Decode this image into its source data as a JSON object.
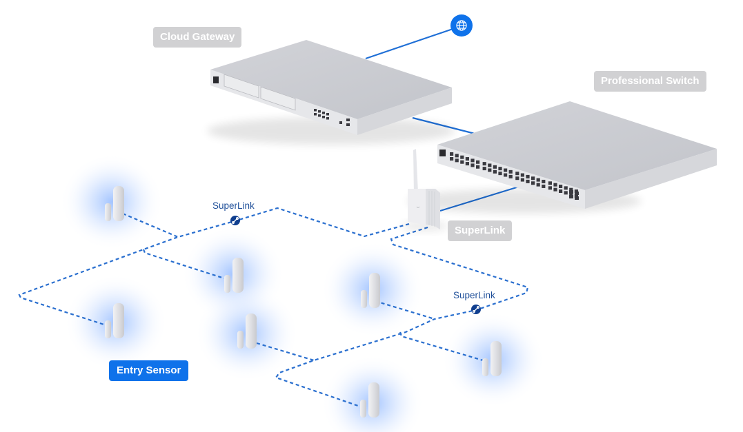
{
  "diagram": {
    "title": "SuperLink network topology",
    "labels": {
      "cloud_gateway": "Cloud Gateway",
      "professional_switch": "Professional Switch",
      "superlink_device": "SuperLink",
      "superlink_relay_1": "SuperLink",
      "superlink_relay_2": "SuperLink",
      "entry_sensor": "Entry Sensor"
    },
    "nodes": [
      {
        "id": "internet",
        "icon": "globe-icon",
        "type": "internet"
      },
      {
        "id": "cloud_gateway",
        "type": "gateway",
        "ports_rj45": 8,
        "ports_sfp": 2
      },
      {
        "id": "professional_switch",
        "type": "switch",
        "ports_rj45": 48,
        "ports_sfp": 4
      },
      {
        "id": "superlink_device",
        "type": "superlink-hub"
      },
      {
        "id": "superlink_relay_1",
        "icon": "link-icon",
        "type": "superlink-relay"
      },
      {
        "id": "superlink_relay_2",
        "icon": "link-icon",
        "type": "superlink-relay"
      },
      {
        "id": "sensor_1",
        "type": "entry-sensor"
      },
      {
        "id": "sensor_2",
        "type": "entry-sensor"
      },
      {
        "id": "sensor_3",
        "type": "entry-sensor"
      },
      {
        "id": "sensor_4",
        "type": "entry-sensor"
      },
      {
        "id": "sensor_5",
        "type": "entry-sensor"
      },
      {
        "id": "sensor_6",
        "type": "entry-sensor"
      },
      {
        "id": "sensor_7",
        "type": "entry-sensor"
      }
    ],
    "edges": [
      {
        "from": "internet",
        "to": "cloud_gateway",
        "style": "wired"
      },
      {
        "from": "cloud_gateway",
        "to": "professional_switch",
        "style": "wired"
      },
      {
        "from": "professional_switch",
        "to": "superlink_device",
        "style": "wired"
      },
      {
        "from": "superlink_device",
        "to": "superlink_relay_1",
        "style": "wireless"
      },
      {
        "from": "superlink_device",
        "to": "superlink_relay_2",
        "style": "wireless"
      }
    ],
    "colors": {
      "wired_line": "#1f6fd6",
      "wireless_dash": "#2a6fcf",
      "relay_dot": "#103f8f",
      "accent_blue": "#0f72ea",
      "grey_label_bg": "#d1d1d3",
      "link_text": "#1f4f99",
      "device_body": "#d9dadf"
    }
  }
}
